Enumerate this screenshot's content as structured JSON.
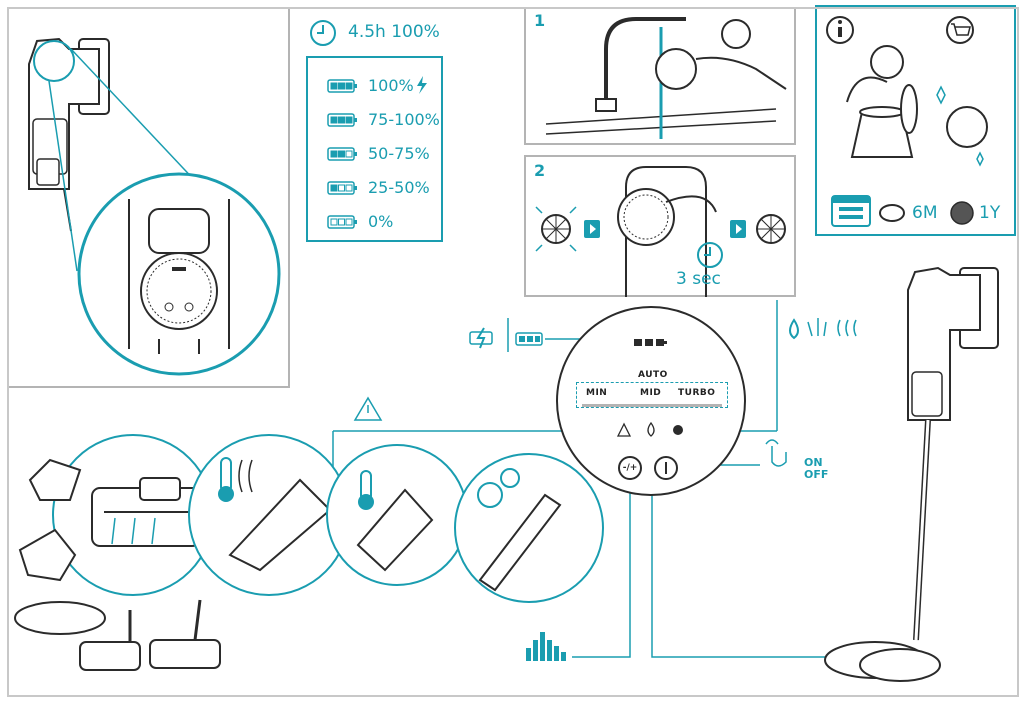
{
  "charge_time": {
    "text": "4.5h 100%"
  },
  "battery_levels": [
    {
      "label": "100%"
    },
    {
      "label": "75-100%"
    },
    {
      "label": "50-75%"
    },
    {
      "label": "25-50%"
    },
    {
      "label": "0%"
    }
  ],
  "steps": {
    "step1": "1",
    "step2": "2",
    "wait": "3 sec"
  },
  "maintenance": {
    "interval_short": "6M",
    "interval_long": "1Y"
  },
  "panel": {
    "mode_auto": "AUTO",
    "mode_min": "MIN",
    "mode_mid": "MID",
    "mode_turbo": "TURBO",
    "minus_plus": "-/+"
  },
  "power": {
    "on": "ON",
    "off": "OFF"
  },
  "colors": {
    "accent": "#1a9db0",
    "frame": "#b4b4b4",
    "line": "#2b2b2b"
  },
  "icons": [
    "clock-icon",
    "battery-icon",
    "charge-bolt-icon",
    "info-icon",
    "cart-icon",
    "calendar-icon",
    "warning-icon",
    "water-drop-icon",
    "filter-icon",
    "power-icon",
    "hand-tap-icon",
    "thermometer-icon",
    "gears-icon",
    "sound-bars-icon"
  ]
}
